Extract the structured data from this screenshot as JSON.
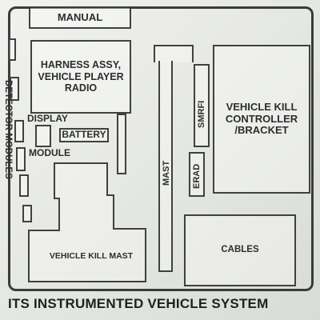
{
  "labels": {
    "manual": "MANUAL",
    "harness": "HARNESS ASSY, VEHICLE PLAYER RADIO",
    "display": "DISPLAY",
    "battery": "BATTERY",
    "module": "MODULE",
    "detector_modules": "DETECTOR MODULES",
    "mast": "MAST",
    "smrfi": "SMRFI",
    "erad": "ERAD",
    "kill_controller": "VEHICLE KILL CONTROLLER /BRACKET",
    "kill_mast": "VEHICLE KILL MAST",
    "cables": "CABLES",
    "footer": "ITS INSTRUMENTED VEHICLE SYSTEM"
  }
}
